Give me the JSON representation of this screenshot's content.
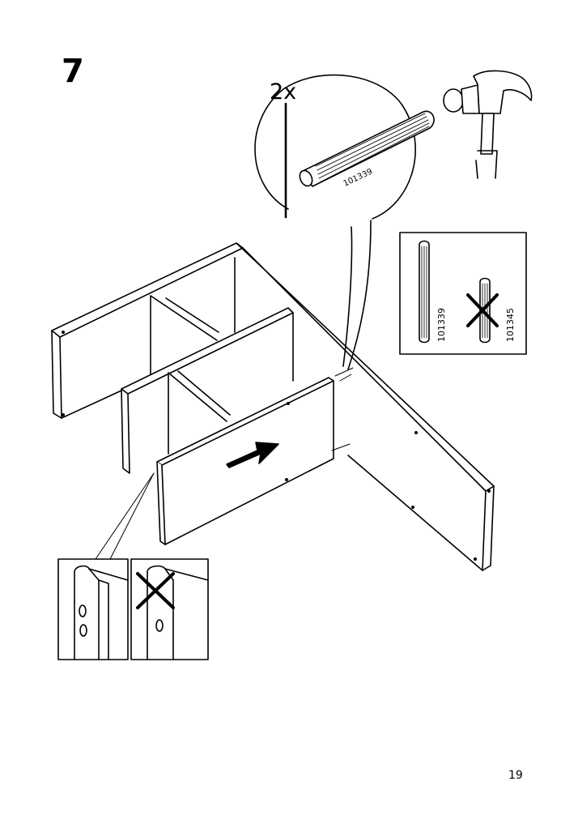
{
  "step": {
    "number": "7"
  },
  "detail": {
    "quantity": "2x",
    "dowel_code": "101339"
  },
  "comparison": {
    "correct_code": "101339",
    "incorrect_code": "101345"
  },
  "page": {
    "number": "19"
  }
}
